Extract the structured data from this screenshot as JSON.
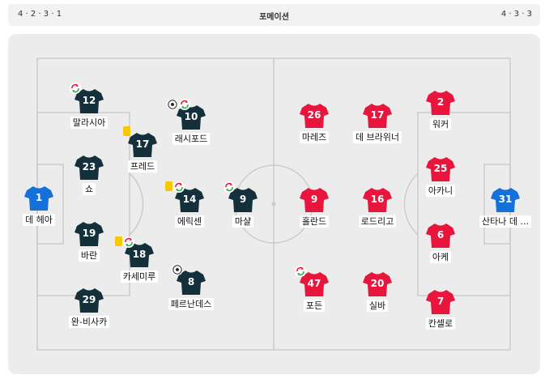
{
  "header": {
    "home_formation": "4 · 2 · 3 · 1",
    "title": "포메이션",
    "away_formation": "4 · 3 · 3"
  },
  "colors": {
    "home_outfield": "#14303a",
    "home_keeper": "#1670d9",
    "away_outfield": "#e8153d",
    "away_keeper": "#1670d9",
    "yellow_card": "#f5c800",
    "pitch_bg": "#ececec",
    "line": "#c8c8c8"
  },
  "players": [
    {
      "num": "1",
      "name": "데 헤아",
      "team": "home",
      "role": "gk",
      "badges": []
    },
    {
      "num": "12",
      "name": "말라시아",
      "team": "home",
      "role": "field",
      "badges": [
        "sub"
      ]
    },
    {
      "num": "23",
      "name": "쇼",
      "team": "home",
      "role": "field",
      "badges": []
    },
    {
      "num": "19",
      "name": "바란",
      "team": "home",
      "role": "field",
      "badges": []
    },
    {
      "num": "29",
      "name": "완-비사카",
      "team": "home",
      "role": "field",
      "badges": []
    },
    {
      "num": "17",
      "name": "프레드",
      "team": "home",
      "role": "field",
      "badges": [
        "yellow"
      ]
    },
    {
      "num": "18",
      "name": "카세미루",
      "team": "home",
      "role": "field",
      "badges": [
        "yellow",
        "sub"
      ]
    },
    {
      "num": "10",
      "name": "래시포드",
      "team": "home",
      "role": "field",
      "badges": [
        "goal",
        "sub"
      ]
    },
    {
      "num": "14",
      "name": "에릭센",
      "team": "home",
      "role": "field",
      "badges": [
        "yellow",
        "sub"
      ]
    },
    {
      "num": "8",
      "name": "페르난데스",
      "team": "home",
      "role": "field",
      "badges": [
        "goal"
      ]
    },
    {
      "num": "9",
      "name": "마샬",
      "team": "home",
      "role": "field",
      "badges": [
        "sub"
      ]
    },
    {
      "num": "9",
      "name": "홀란드",
      "team": "away",
      "role": "field",
      "badges": []
    },
    {
      "num": "26",
      "name": "마레즈",
      "team": "away",
      "role": "field",
      "badges": []
    },
    {
      "num": "47",
      "name": "포든",
      "team": "away",
      "role": "field",
      "badges": [
        "sub"
      ]
    },
    {
      "num": "17",
      "name": "데 브라위너",
      "team": "away",
      "role": "field",
      "badges": []
    },
    {
      "num": "16",
      "name": "로드리고",
      "team": "away",
      "role": "field",
      "badges": []
    },
    {
      "num": "20",
      "name": "실바",
      "team": "away",
      "role": "field",
      "badges": []
    },
    {
      "num": "2",
      "name": "워커",
      "team": "away",
      "role": "field",
      "badges": []
    },
    {
      "num": "25",
      "name": "아카니",
      "team": "away",
      "role": "field",
      "badges": []
    },
    {
      "num": "6",
      "name": "아케",
      "team": "away",
      "role": "field",
      "badges": []
    },
    {
      "num": "7",
      "name": "칸셀로",
      "team": "away",
      "role": "field",
      "badges": []
    },
    {
      "num": "31",
      "name": "산타나 데 ...",
      "team": "away",
      "role": "gk",
      "badges": []
    }
  ]
}
